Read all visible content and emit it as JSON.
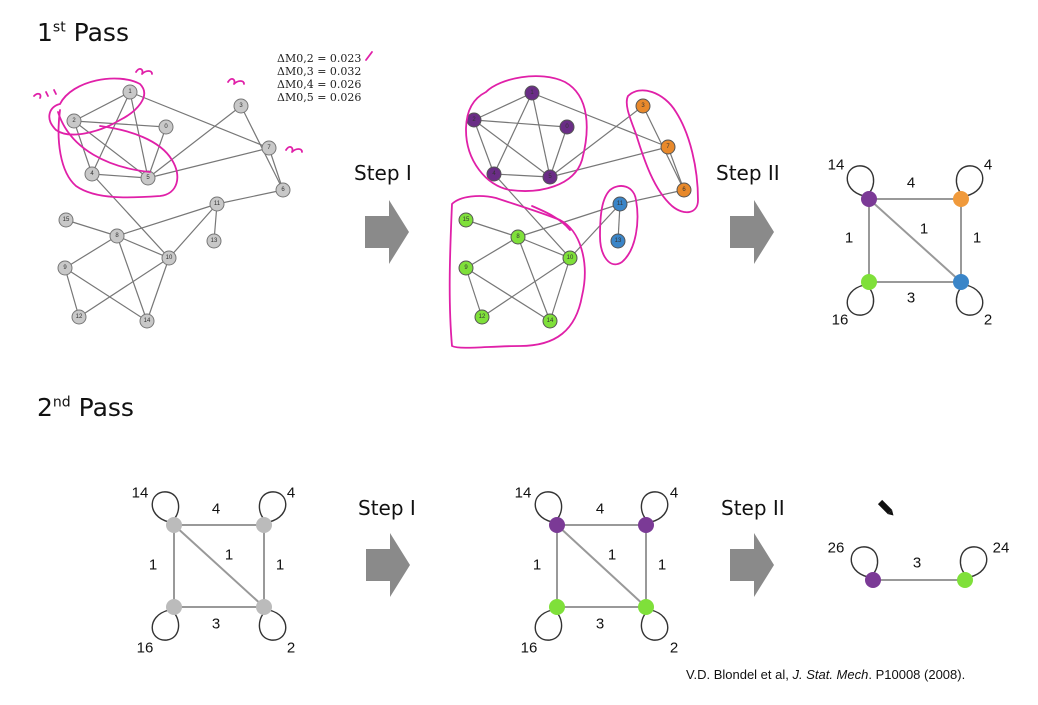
{
  "titles": {
    "first_pass": "1",
    "first_pass_sup": "st",
    "first_pass_word": " Pass",
    "second_pass": "2",
    "second_pass_sup": "nd",
    "second_pass_word": " Pass"
  },
  "steps": {
    "step1": "Step I",
    "step2": "Step II"
  },
  "delta_m": [
    "ΔM0,2 = 0.023",
    "ΔM0,3 = 0.032",
    "ΔM0,4 = 0.026",
    "ΔM0,5 = 0.026"
  ],
  "node_labels": [
    "0",
    "1",
    "2",
    "3",
    "4",
    "5",
    "6",
    "7",
    "8",
    "9",
    "10",
    "11",
    "12",
    "13",
    "14",
    "15"
  ],
  "community_colors": {
    "purple": "#7b3a96",
    "orange": "#e8892b",
    "blue": "#3a85c8",
    "green": "#7fe03a",
    "gray": "#bbbbbb",
    "ink": "#e020a8"
  },
  "super_graph": {
    "self_loops": {
      "purple": "14",
      "orange": "4",
      "green": "16",
      "blue": "2"
    },
    "edges": {
      "top": "4",
      "left": "1",
      "diag": "1",
      "right": "1",
      "bottom": "3"
    }
  },
  "final_graph": {
    "self_loops": {
      "purple": "26",
      "green": "24"
    },
    "edge": "3"
  },
  "citation": {
    "authors": "V.D. Blondel et al, ",
    "journal": "J. Stat. Mech",
    "rest": ". P10008 (2008)."
  }
}
